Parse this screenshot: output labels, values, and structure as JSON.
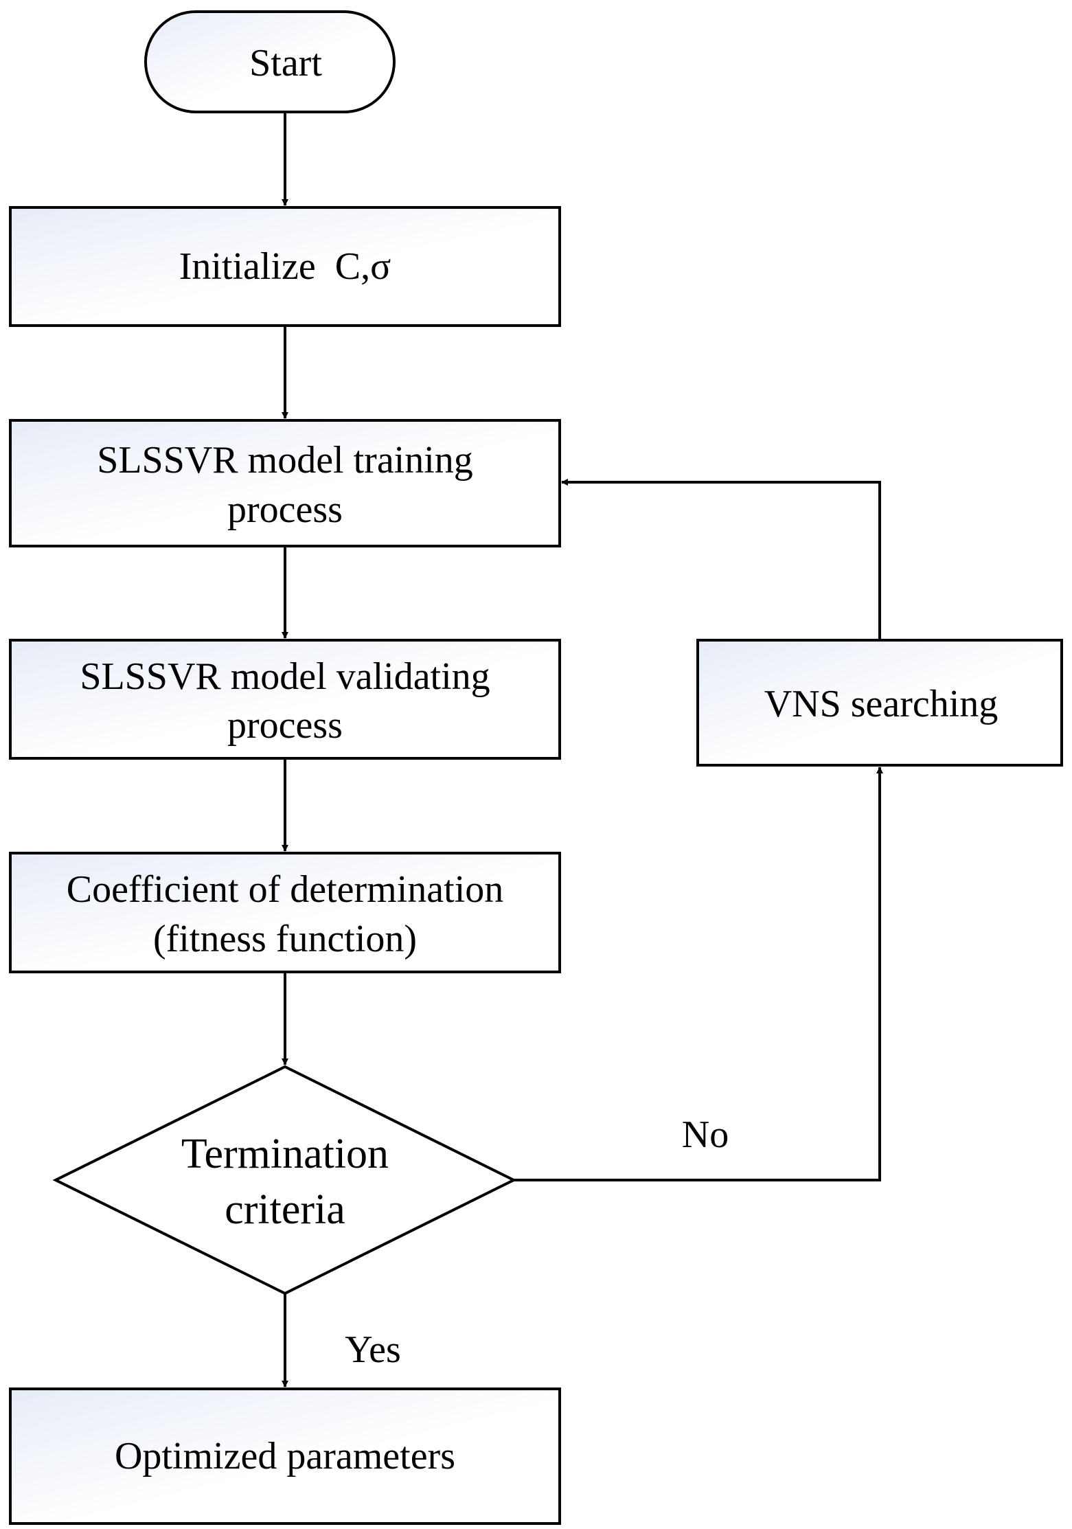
{
  "nodes": {
    "start": "Start",
    "initialize": [
      "Initialize  C,σ"
    ],
    "training": [
      "SLSSVR model training",
      "process"
    ],
    "validating": [
      "SLSSVR model validating",
      "process"
    ],
    "fitness": [
      "Coefficient of determination",
      "(fitness function)"
    ],
    "decision": [
      "Termination",
      "criteria"
    ],
    "vns": [
      "VNS searching"
    ],
    "optimized": [
      "Optimized parameters"
    ]
  },
  "edges": {
    "no_label": "No",
    "yes_label": "Yes"
  },
  "colors": {
    "stroke": "#000000",
    "box_fill_start": "#e6ecf7",
    "box_fill_end": "#ffffff"
  }
}
